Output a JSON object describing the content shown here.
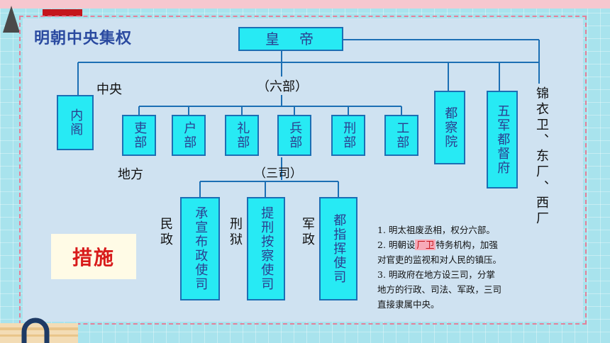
{
  "title": "明朝中央集权",
  "emperor": "皇　帝",
  "labels": {
    "zhongyang": "中央",
    "liubu": "（六部）",
    "difang": "地方",
    "sansi": "（三司）",
    "minzheng": "民政",
    "xingyu": "刑狱",
    "junzheng": "军政",
    "jinyiwei": "锦衣卫、东厂、西厂"
  },
  "central_boxes": {
    "neige": "内阁",
    "duchayuan": "都察院",
    "wujun": "五军都督府"
  },
  "six_ministries": [
    "吏部",
    "户部",
    "礼部",
    "兵部",
    "刑部",
    "工部"
  ],
  "three_offices": [
    "承宣布政使司",
    "提刑按察使司",
    "都指挥使司"
  ],
  "notes": {
    "line1": "1. 明太祖废丞相，权分六部。",
    "line2_pre": "2. 明朝设",
    "line2_hl": "厂卫",
    "line2_post": "特务机构，加强",
    "line3": "对官吏的监视和对人民的镇压。",
    "line4": "3. 明政府在地方设三司，分掌",
    "line5": "地方的行政、司法、军政，三司",
    "line6": "直接隶属中央。"
  },
  "badge": "措施",
  "colors": {
    "box_fill": "#27eaf4",
    "box_border": "#1c6fb4",
    "highlight": "#c4161c",
    "accent_red": "#d81b1b"
  }
}
